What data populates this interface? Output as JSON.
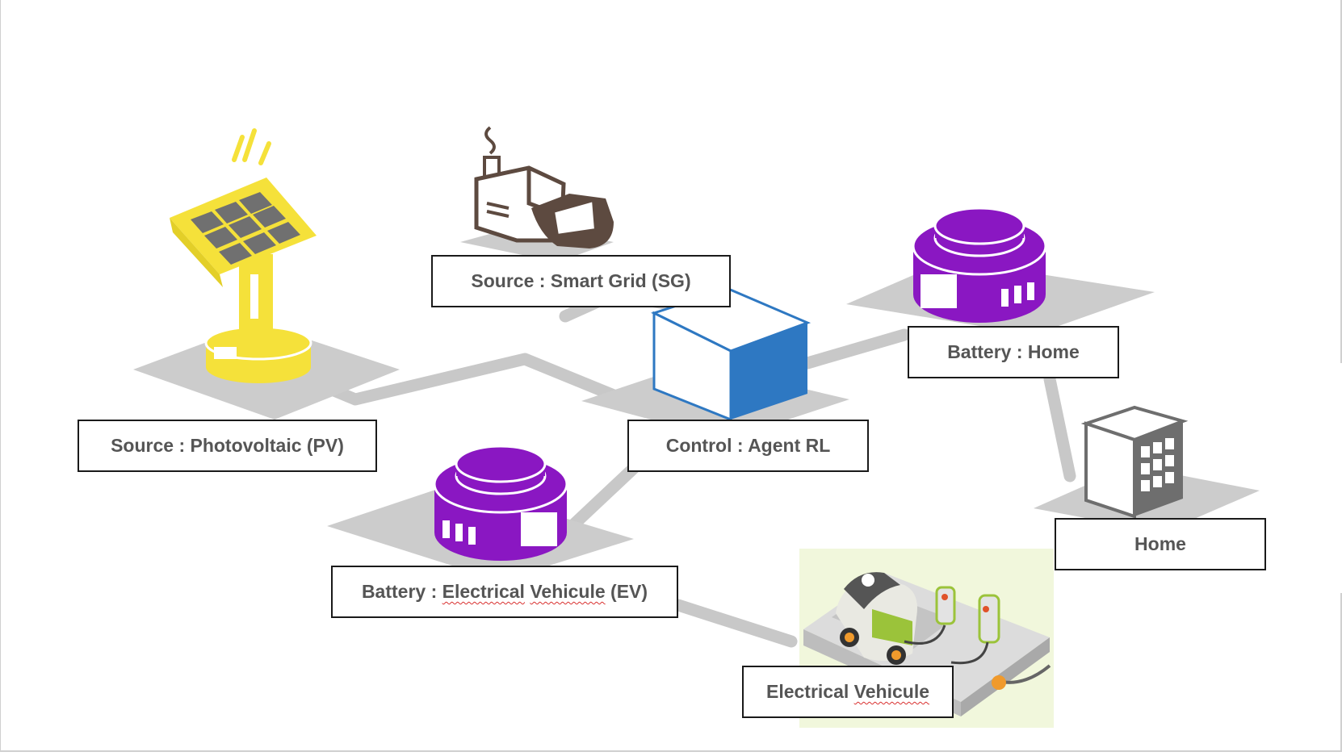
{
  "diagram": {
    "colors": {
      "platform": "#cccccc",
      "connector": "#c8c8c8",
      "solar": "#f5e13a",
      "solar_cell": "#707070",
      "battery": "#8a17c2",
      "agent_front": "#ffffff",
      "agent_side": "#2e78c2",
      "factory": "#5d4a40",
      "building": "#6e6e6e",
      "label_border": "#1a1a1a",
      "label_text": "#555555",
      "spell_underline": "#d9302f"
    },
    "nodes": [
      {
        "id": "pv",
        "icon": "solar-panel-icon"
      },
      {
        "id": "sg",
        "icon": "power-plant-icon"
      },
      {
        "id": "agent",
        "icon": "agent-cube-icon"
      },
      {
        "id": "battery_home",
        "icon": "battery-icon"
      },
      {
        "id": "home",
        "icon": "building-icon"
      },
      {
        "id": "battery_ev",
        "icon": "battery-icon"
      },
      {
        "id": "ev",
        "icon": "ev-charging-station-icon"
      }
    ],
    "labels": {
      "pv": "Source : Photovoltaic (PV)",
      "sg": "Source : Smart Grid (SG)",
      "agent": "Control : Agent RL",
      "battery_home": "Battery : Home",
      "home": "Home",
      "battery_ev_prefix": "Battery : ",
      "battery_ev_word1": "Electrical",
      "battery_ev_word2": "Vehicule",
      "battery_ev_suffix": " (EV)",
      "ev_word1": "Electrical",
      "ev_word2": "Vehicule"
    }
  }
}
